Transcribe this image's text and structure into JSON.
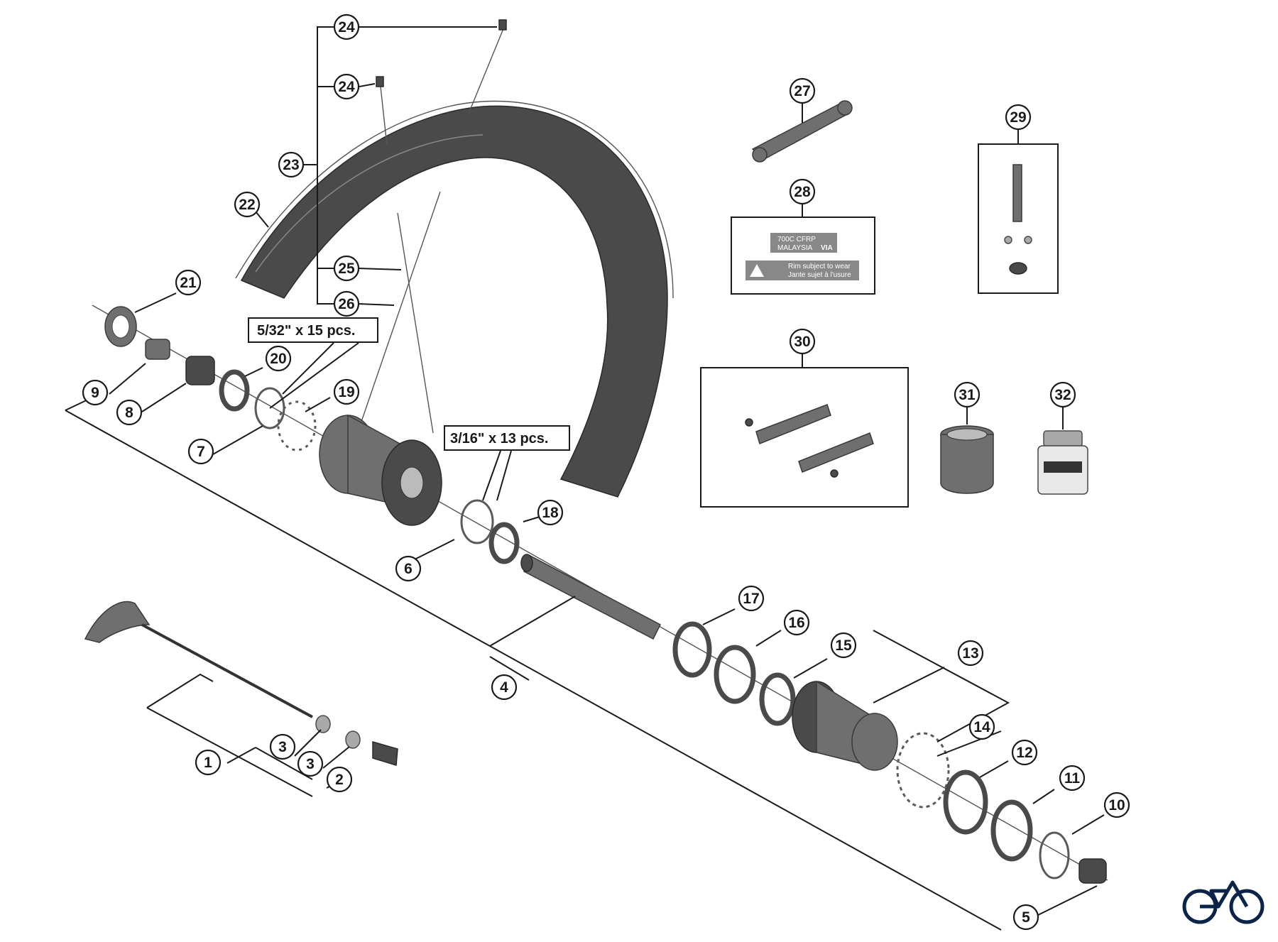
{
  "diagram": {
    "callouts": [
      "1",
      "2",
      "3",
      "3",
      "4",
      "5",
      "6",
      "7",
      "8",
      "9",
      "10",
      "11",
      "12",
      "13",
      "14",
      "15",
      "16",
      "17",
      "18",
      "19",
      "20",
      "21",
      "22",
      "23",
      "24",
      "24",
      "25",
      "26",
      "27",
      "28",
      "29",
      "30",
      "31",
      "32"
    ],
    "qty_labels": {
      "spoke_rear": "5/32\" x 15 pcs.",
      "spoke_front": "3/16\" x 13 pcs."
    },
    "sticker": {
      "line1": "700C  CFRP",
      "line2": "MALAYSIA",
      "brand": "VIA",
      "warn_line1": "Rim subject to wear",
      "warn_line2": "Jante sujet à l'usure"
    },
    "logo_icon": "bicycle-icon",
    "colors": {
      "line": "#1a1a1a",
      "part": "#6f6f6f",
      "part_dark": "#4a4a4a"
    }
  }
}
